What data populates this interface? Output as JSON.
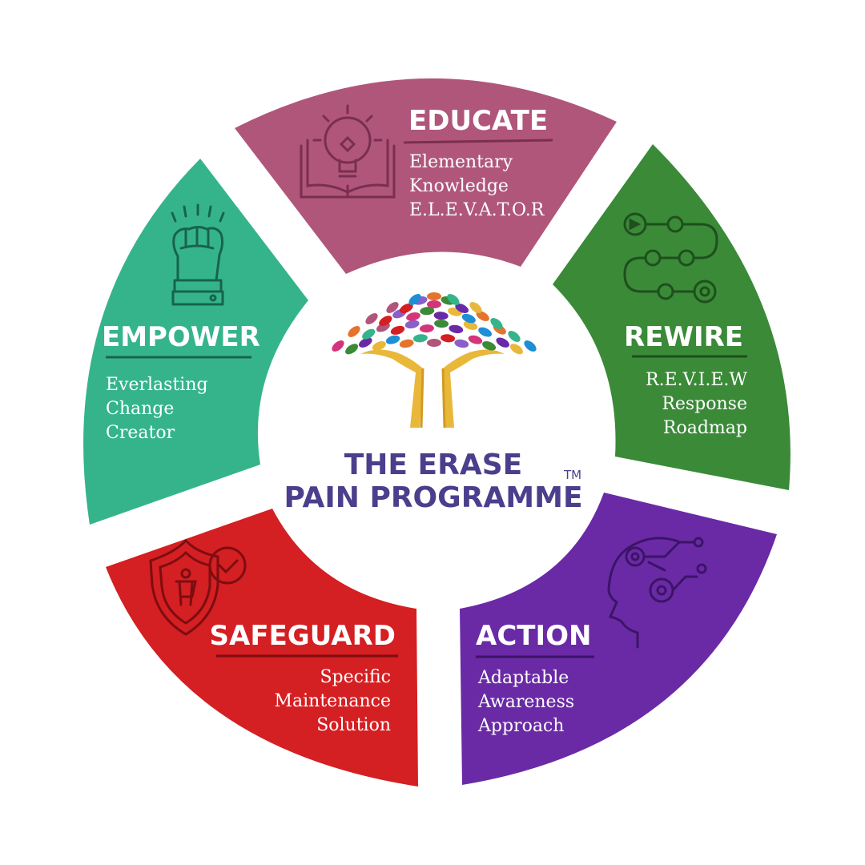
{
  "center": {
    "title_line1": "THE ERASE",
    "title_line2": "PAIN PROGRAMME",
    "trademark": "TM",
    "title_color": "#4a3f8c",
    "logo_icon": "tree-hands-logo"
  },
  "segments": {
    "educate": {
      "title": "EDUCATE",
      "lines": [
        "Elementary",
        "Knowledge",
        "E.L.E.V.A.T.O.R"
      ],
      "color": "#b0567b",
      "icon": "lightbulb-book-icon"
    },
    "rewire": {
      "title": "REWIRE",
      "lines": [
        "R.E.V.I.E.W",
        "Response",
        "Roadmap"
      ],
      "color": "#3a8a38",
      "icon": "pathway-circuit-icon"
    },
    "action": {
      "title": "ACTION",
      "lines": [
        "Adaptable",
        "Awareness",
        "Approach"
      ],
      "color": "#6a2aa6",
      "icon": "head-gears-icon"
    },
    "safeguard": {
      "title": "SAFEGUARD",
      "lines": [
        "Specific",
        "Maintenance",
        "Solution"
      ],
      "color": "#d41f23",
      "icon": "shield-person-check-icon"
    },
    "empower": {
      "title": "EMPOWER",
      "lines": [
        "Everlasting",
        "Change",
        "Creator"
      ],
      "color": "#35b48c",
      "icon": "raised-fist-icon"
    }
  }
}
